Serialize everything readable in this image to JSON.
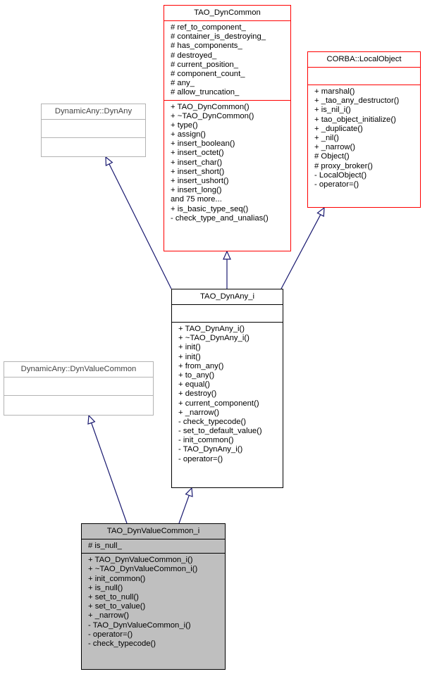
{
  "classes": {
    "dyn_common": {
      "name": "TAO_DynCommon",
      "attributes": [
        "# ref_to_component_",
        "# container_is_destroying_",
        "# has_components_",
        "# destroyed_",
        "# current_position_",
        "# component_count_",
        "# any_",
        "# allow_truncation_"
      ],
      "methods": [
        "+ TAO_DynCommon()",
        "+ ~TAO_DynCommon()",
        "+ type()",
        "+ assign()",
        "+ insert_boolean()",
        "+ insert_octet()",
        "+ insert_char()",
        "+ insert_short()",
        "+ insert_ushort()",
        "+ insert_long()",
        "and 75 more...",
        "+ is_basic_type_seq()",
        "- check_type_and_unalias()"
      ]
    },
    "local_object": {
      "name": "CORBA::LocalObject",
      "attributes": [],
      "methods": [
        "+ marshal()",
        "+ _tao_any_destructor()",
        "+ is_nil_i()",
        "+ tao_object_initialize()",
        "+ _duplicate()",
        "+ _nil()",
        "+ _narrow()",
        "# Object()",
        "# proxy_broker()",
        "- LocalObject()",
        "- operator=()"
      ]
    },
    "dyn_any": {
      "name": "DynamicAny::DynAny",
      "attributes": [],
      "methods": []
    },
    "dyn_any_i": {
      "name": "TAO_DynAny_i",
      "attributes": [],
      "methods": [
        "+ TAO_DynAny_i()",
        "+ ~TAO_DynAny_i()",
        "+ init()",
        "+ init()",
        "+ from_any()",
        "+ to_any()",
        "+ equal()",
        "+ destroy()",
        "+ current_component()",
        "+ _narrow()",
        "- check_typecode()",
        "- set_to_default_value()",
        "- init_common()",
        "- TAO_DynAny_i()",
        "- operator=()"
      ]
    },
    "dyn_value_common": {
      "name": "DynamicAny::DynValueCommon",
      "attributes": [],
      "methods": []
    },
    "dyn_value_common_i": {
      "name": "TAO_DynValueCommon_i",
      "attributes": [
        "# is_null_"
      ],
      "methods": [
        "+ TAO_DynValueCommon_i()",
        "+ ~TAO_DynValueCommon_i()",
        "+ init_common()",
        "+ is_null()",
        "+ set_to_null()",
        "+ set_to_value()",
        "+ _narrow()",
        "- TAO_DynValueCommon_i()",
        "- operator=()",
        "- check_typecode()"
      ]
    }
  },
  "colors": {
    "missing_doc_border": "#ff0000",
    "undocumented_border": "#b3b3b3",
    "focus_fill": "#bfbfbf",
    "edge": "#191970"
  }
}
